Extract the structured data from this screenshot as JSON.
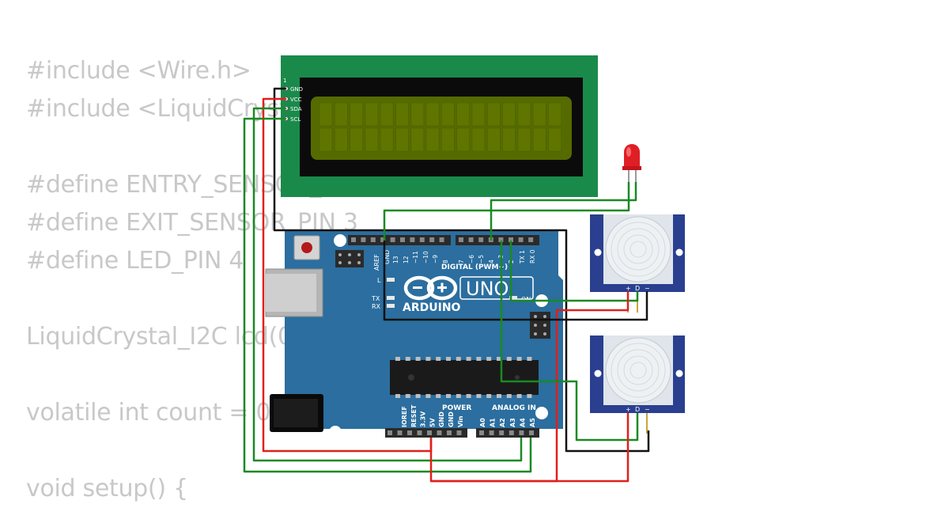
{
  "code_lines": [
    "#include <Wire.h>",
    "#include <LiquidCrystal_I2C.h>",
    "",
    "#define ENTRY_SENSOR_PIN 2",
    "#define EXIT_SENSOR_PIN 3",
    "#define LED_PIN 4",
    "",
    "LiquidCrystal_I2C lcd(0x27, 16, 2);",
    "",
    "volatile int count = 0;",
    "",
    "void setup() {"
  ],
  "lcd": {
    "pin_1_label": "1",
    "pins": [
      "GND",
      "VCC",
      "SDA",
      "SCL"
    ]
  },
  "arduino": {
    "logo_text": "ARDUINO",
    "model": "UNO",
    "digital_label": "DIGITAL (PWM~)",
    "power_label": "POWER",
    "analog_label": "ANALOG IN",
    "on_label": "ON",
    "l_label": "L",
    "tx_label": "TX",
    "rx_label": "RX",
    "aref_label": "AREF",
    "gnd_label": "GND",
    "digital_pins": [
      "13",
      "12",
      "~11",
      "~10",
      "~9",
      "8",
      "7",
      "~6",
      "~5",
      "4",
      "~3",
      "2",
      "TX 1",
      "RX 0"
    ],
    "power_pins": [
      "IOREF",
      "RESET",
      "3.3V",
      "5V",
      "GND",
      "GND",
      "Vin"
    ],
    "analog_pins": [
      "A0",
      "A1",
      "A2",
      "A3",
      "A4",
      "A5"
    ]
  },
  "pir_sensor": {
    "pin_labels": [
      "+",
      "D",
      "−"
    ]
  },
  "colors": {
    "wire_red": "#e0201c",
    "wire_green": "#1a8a22",
    "wire_black": "#111111",
    "board_blue": "#2b6e9f",
    "lcd_green": "#1a8a4a",
    "lcd_screen": "#556b00",
    "code_text": "#c8c8c8"
  },
  "icons": {
    "led": "red-led-icon",
    "reset": "reset-button-icon"
  }
}
